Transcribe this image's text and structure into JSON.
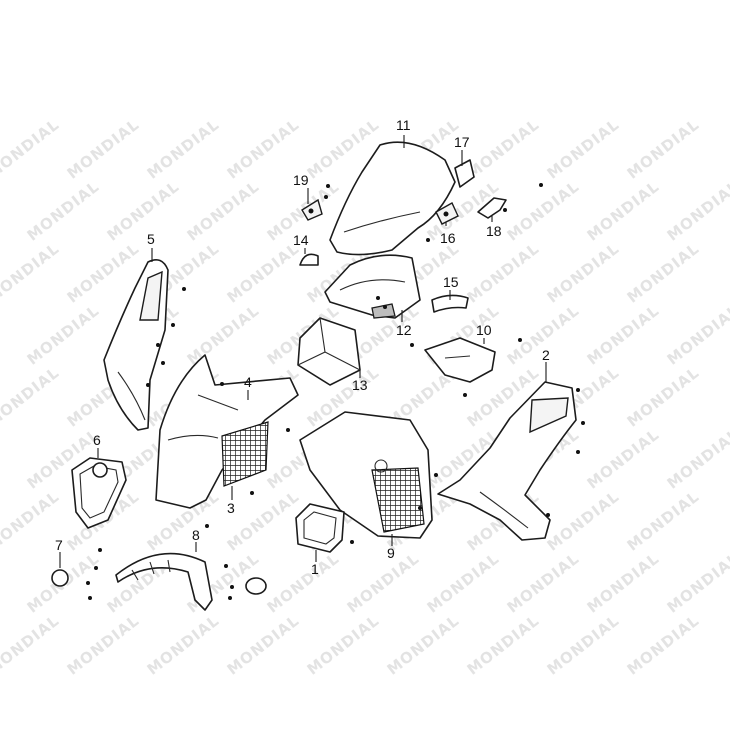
{
  "watermark": "MONDIAL",
  "callouts": [
    "1",
    "2",
    "3",
    "4",
    "5",
    "6",
    "7",
    "8",
    "9",
    "10",
    "11",
    "12",
    "13",
    "14",
    "15",
    "16",
    "17",
    "18",
    "19"
  ]
}
